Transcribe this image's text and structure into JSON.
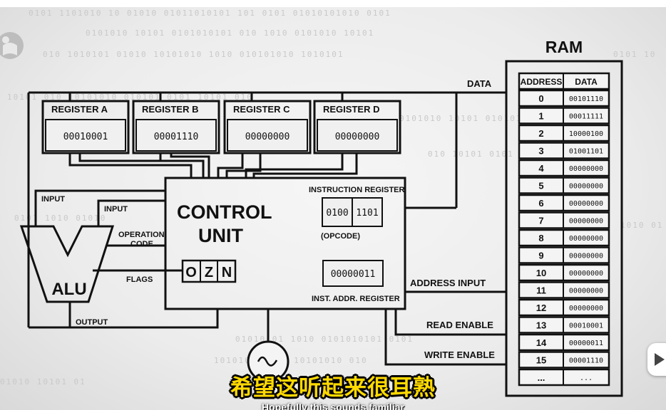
{
  "diagram": {
    "ram": {
      "title": "RAM",
      "col_address": "ADDRESS",
      "col_data": "DATA",
      "rows": [
        {
          "address": "0",
          "data": "00101110"
        },
        {
          "address": "1",
          "data": "00011111"
        },
        {
          "address": "2",
          "data": "10000100"
        },
        {
          "address": "3",
          "data": "01001101"
        },
        {
          "address": "4",
          "data": "00000000"
        },
        {
          "address": "5",
          "data": "00000000"
        },
        {
          "address": "6",
          "data": "00000000"
        },
        {
          "address": "7",
          "data": "00000000"
        },
        {
          "address": "8",
          "data": "00000000"
        },
        {
          "address": "9",
          "data": "00000000"
        },
        {
          "address": "10",
          "data": "00000000"
        },
        {
          "address": "11",
          "data": "00000000"
        },
        {
          "address": "12",
          "data": "00000000"
        },
        {
          "address": "13",
          "data": "00010001"
        },
        {
          "address": "14",
          "data": "00000011"
        },
        {
          "address": "15",
          "data": "00001110"
        },
        {
          "address": "...",
          "data": "..."
        }
      ]
    },
    "registers": [
      {
        "name": "REGISTER A",
        "value": "00010001"
      },
      {
        "name": "REGISTER B",
        "value": "00001110"
      },
      {
        "name": "REGISTER C",
        "value": "00000000"
      },
      {
        "name": "REGISTER D",
        "value": "00000000"
      }
    ],
    "control_unit": {
      "title_line1": "CONTROL",
      "title_line2": "UNIT",
      "flags": [
        "O",
        "Z",
        "N"
      ],
      "instruction_register_label": "INSTRUCTION REGISTER",
      "opcode_bits": "0100",
      "address_bits": "1101",
      "opcode_label": "(OPCODE)",
      "inst_addr_value": "00000011",
      "inst_addr_label": "INST. ADDR. REGISTER"
    },
    "alu": {
      "label": "ALU",
      "input_label_1": "INPUT",
      "input_label_2": "INPUT",
      "operation_label_line1": "OPERATION",
      "operation_label_line2": "CODE",
      "flags_label": "FLAGS",
      "output_label": "OUTPUT"
    },
    "bus_labels": {
      "data": "DATA",
      "address_input": "ADDRESS INPUT",
      "read_enable": "READ ENABLE",
      "write_enable": "WRITE ENABLE"
    },
    "clock": {
      "icon": "clock-wave-icon"
    }
  },
  "captions": {
    "chinese": "希望这听起来很耳熟",
    "english": "Hopefully this sounds familiar"
  },
  "overlay": {
    "logo_icon": "pbs-logo-icon",
    "side_button_icon": "play-icon"
  }
}
